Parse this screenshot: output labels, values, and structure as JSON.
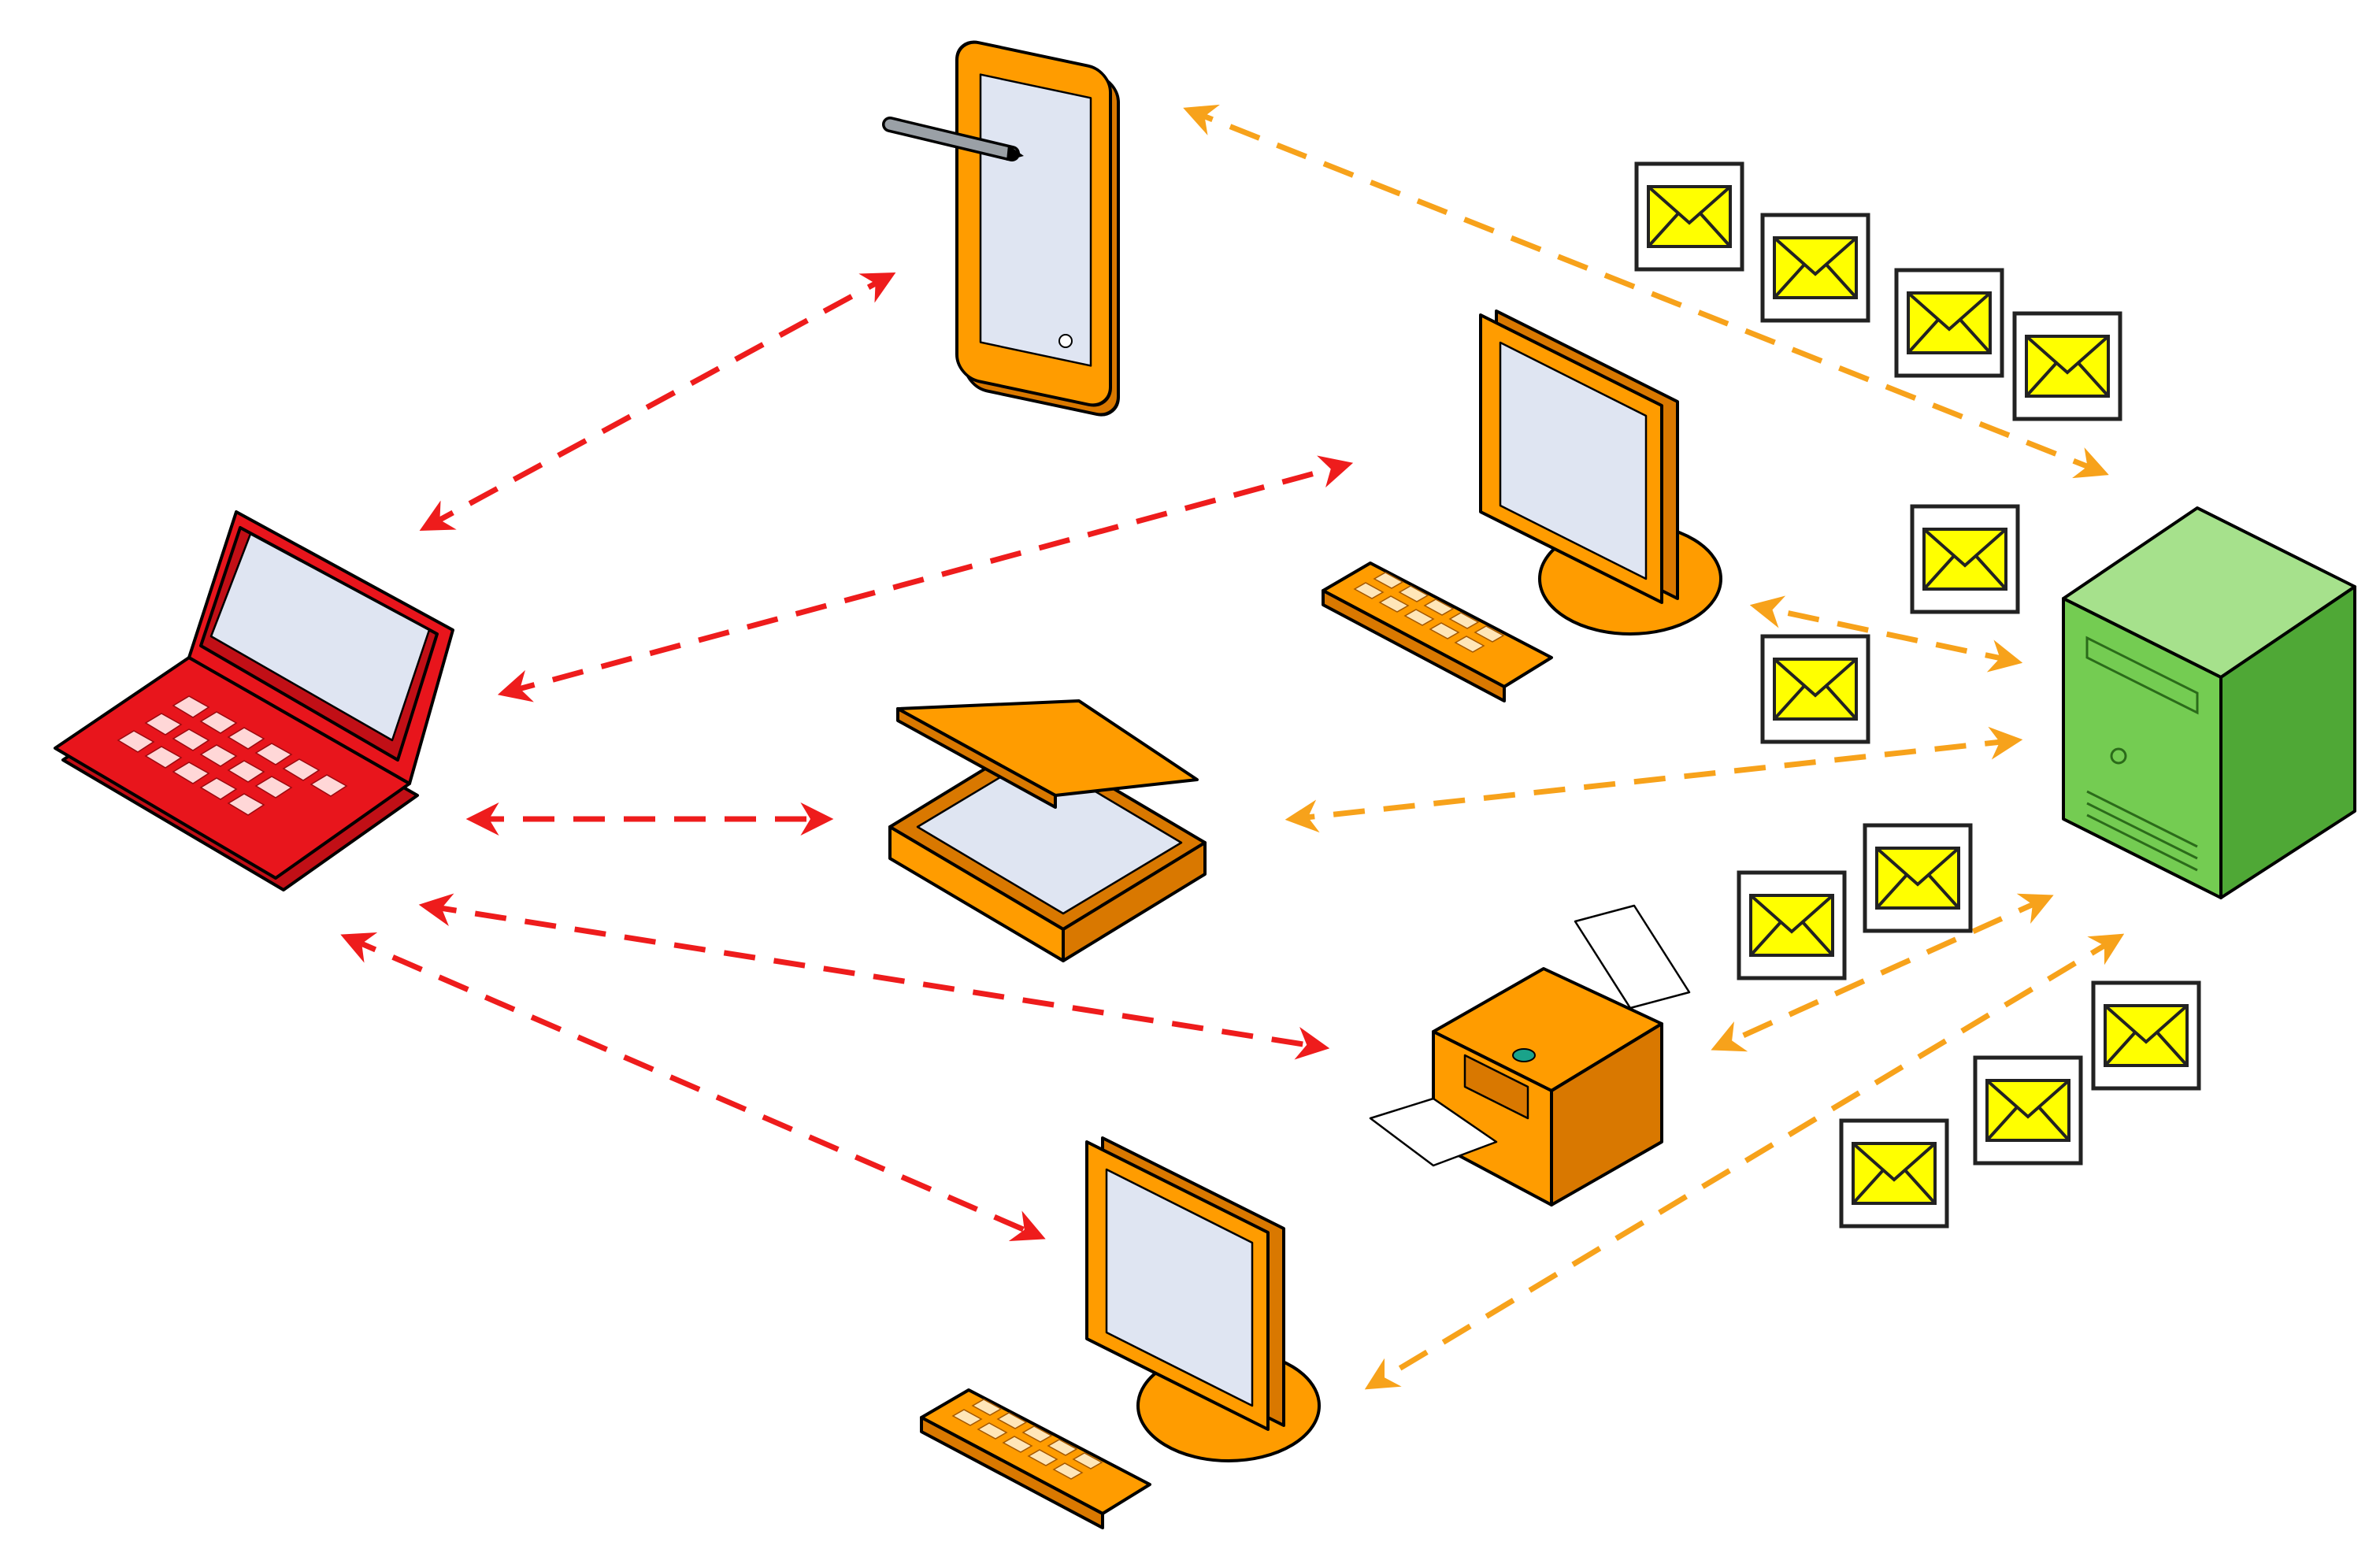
{
  "diagram": {
    "colors": {
      "client_link": "#ee1c1c",
      "server_link": "#f7a21b",
      "laptop": "#e8151c",
      "device": "#ff9c00",
      "device_dark": "#d97800",
      "server": "#74cc52",
      "server_dark": "#4fa836",
      "screen": "#dfe5f2",
      "envelope": "#ffff00"
    },
    "nodes": [
      {
        "id": "laptop",
        "type": "laptop",
        "icon": "laptop-icon"
      },
      {
        "id": "tablet",
        "type": "tablet",
        "icon": "tablet-icon"
      },
      {
        "id": "desktop-top",
        "type": "desktop",
        "icon": "desktop-computer-icon"
      },
      {
        "id": "scanner",
        "type": "scanner",
        "icon": "scanner-icon"
      },
      {
        "id": "printer",
        "type": "printer",
        "icon": "printer-icon"
      },
      {
        "id": "desktop-bottom",
        "type": "desktop",
        "icon": "desktop-computer-icon"
      },
      {
        "id": "server",
        "type": "server",
        "icon": "server-tower-icon"
      }
    ],
    "links": [
      {
        "from": "laptop",
        "to": "tablet",
        "style": "client_link",
        "bidirectional": true
      },
      {
        "from": "laptop",
        "to": "desktop-top",
        "style": "client_link",
        "bidirectional": true
      },
      {
        "from": "laptop",
        "to": "scanner",
        "style": "client_link",
        "bidirectional": true
      },
      {
        "from": "laptop",
        "to": "printer",
        "style": "client_link",
        "bidirectional": true
      },
      {
        "from": "laptop",
        "to": "desktop-bottom",
        "style": "client_link",
        "bidirectional": true
      },
      {
        "from": "server",
        "to": "tablet",
        "style": "server_link",
        "bidirectional": true
      },
      {
        "from": "server",
        "to": "desktop-top",
        "style": "server_link",
        "bidirectional": true
      },
      {
        "from": "server",
        "to": "scanner",
        "style": "server_link",
        "bidirectional": true
      },
      {
        "from": "server",
        "to": "printer",
        "style": "server_link",
        "bidirectional": true
      },
      {
        "from": "server",
        "to": "desktop-bottom",
        "style": "server_link",
        "bidirectional": true
      }
    ],
    "message_icon": "envelope-icon",
    "messages_per_link": {
      "tablet": 4,
      "desktop-top": 2,
      "printer": 2,
      "desktop-bottom": 3
    }
  }
}
